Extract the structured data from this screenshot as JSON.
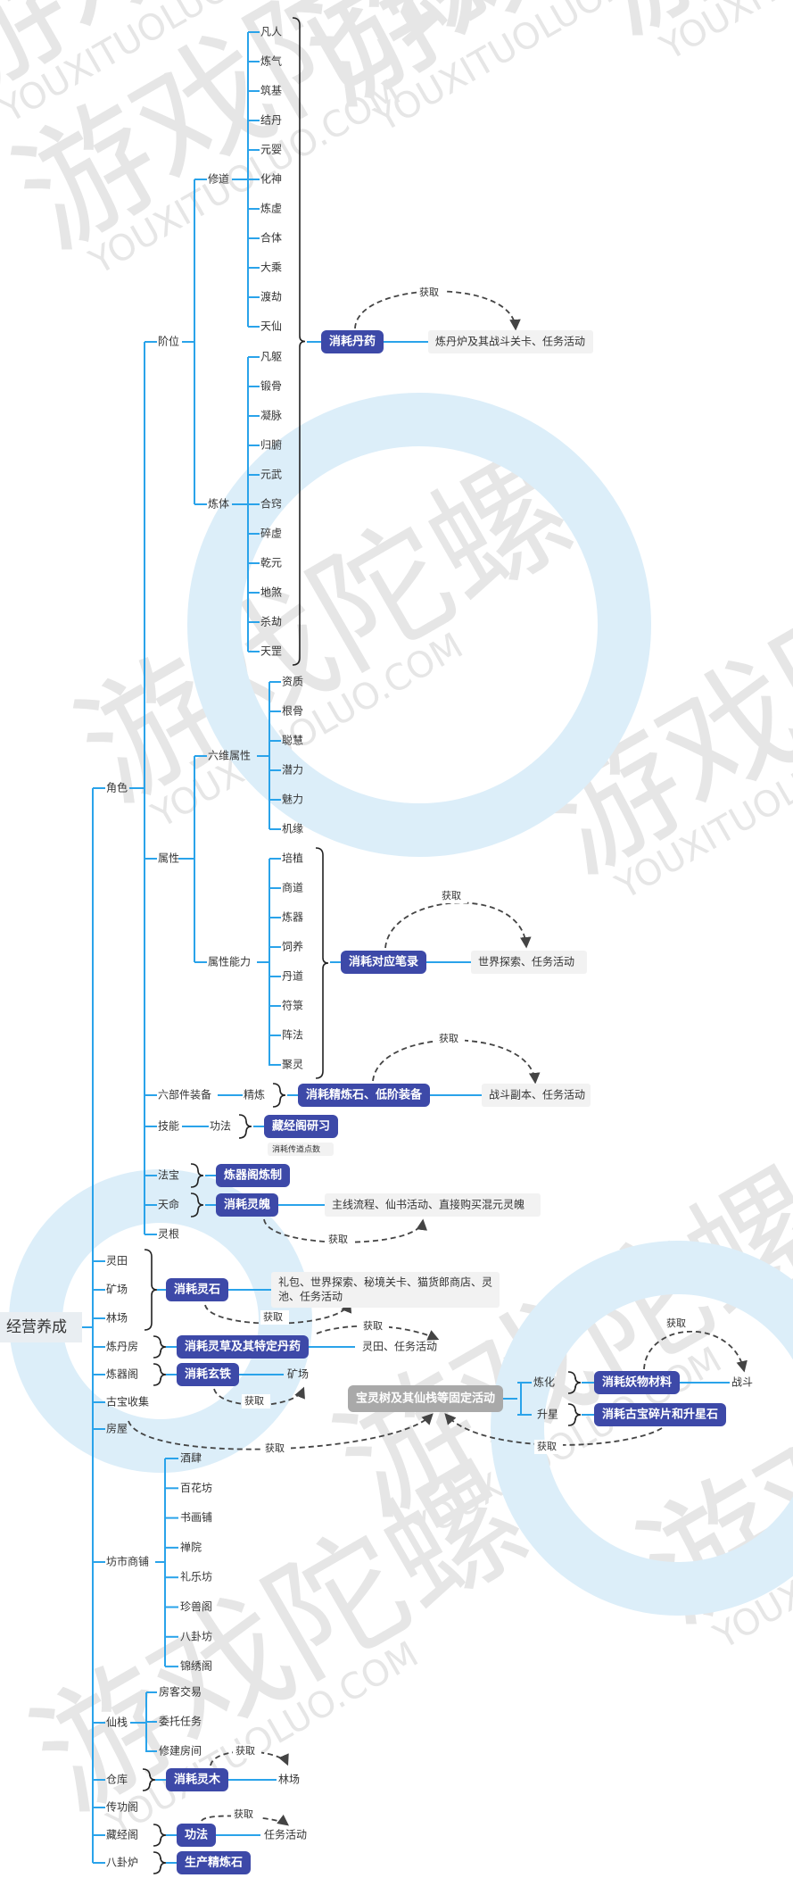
{
  "root": "经营养成",
  "colors": {
    "line": "#2aa3ea",
    "node_fill": "#ffffff",
    "node_text": "#333333",
    "highlight_fill": "#3d49a8",
    "highlight_text": "#ffffff",
    "gray_fill": "#a9a9a9",
    "arrow": "#444444",
    "watermark": "#e6e6e6",
    "watermark_blue": "#dceef9"
  },
  "watermark": {
    "chinese": "游戏陀螺",
    "latin": "YOUXITUOLUO.COM"
  },
  "branches": {
    "juese": "角色",
    "jiewei": "阶位",
    "xiudao": "修道",
    "xiudao_stages": [
      "凡人",
      "炼气",
      "筑基",
      "结丹",
      "元婴",
      "化神",
      "炼虚",
      "合体",
      "大乘",
      "渡劫",
      "天仙"
    ],
    "lianti": "炼体",
    "lianti_stages": [
      "凡躯",
      "锻骨",
      "凝脉",
      "归腑",
      "元武",
      "合窍",
      "碎虚",
      "乾元",
      "地煞",
      "杀劫",
      "天罡"
    ],
    "shuxing": "属性",
    "liuwei": "六维属性",
    "liuwei_items": [
      "资质",
      "根骨",
      "聪慧",
      "潜力",
      "魅力",
      "机缘"
    ],
    "nengli": "属性能力",
    "nengli_items": [
      "培植",
      "商道",
      "炼器",
      "饲养",
      "丹道",
      "符箓",
      "阵法",
      "聚灵"
    ],
    "liubujian": "六部件装备",
    "jinglian": "精炼",
    "jineng": "技能",
    "gongfa": "功法",
    "fabao": "法宝",
    "tianming": "天命",
    "linggen": "灵根",
    "lingtian": "灵田",
    "kuangchang": "矿场",
    "linchang": "林场",
    "liandanfang": "炼丹房",
    "lianqige": "炼器阁",
    "gubao": "古宝收集",
    "fangwu": "房屋",
    "fangshi": "坊市商铺",
    "fangshi_items": [
      "酒肆",
      "百花坊",
      "书画铺",
      "禅院",
      "礼乐坊",
      "珍兽阁",
      "八卦坊",
      "锦绣阁"
    ],
    "xianzhan": "仙栈",
    "xianzhan_items": [
      "房客交易",
      "委托任务",
      "修建房间"
    ],
    "cangku": "仓库",
    "chuangongge": "传功阁",
    "cangjingge": "藏经阁",
    "baguaju": "八卦炉"
  },
  "consumes": {
    "danyao": "消耗丹药",
    "bilu": "消耗对应笔录",
    "jinglianshi": "消耗精炼石、低阶装备",
    "cangjing_yanxi": "藏经阁研习",
    "lianqi_lianzhi": "炼器阁炼制",
    "linghun": "消耗灵魄",
    "lingshi": "消耗灵石",
    "lingcao": "消耗灵草及其特定丹药",
    "xuantie": "消耗玄铁",
    "yaowu": "消耗妖物材料",
    "guba": "消耗古宝碎片和升星石",
    "lingmu": "消耗灵木",
    "gongfa2": "功法",
    "shengchan": "生产精炼石"
  },
  "special": {
    "baoling": "宝灵树及其仙栈等固定活动",
    "lianhua": "炼化",
    "shengxing": "升星"
  },
  "sources": {
    "danyao": "炼丹炉及其战斗关卡、任务活动",
    "bilu": "世界探索、任务活动",
    "jinglian": "战斗副本、任务活动",
    "cangjing_note": "消耗传道点数",
    "linghun": "主线流程、仙书活动、直接购买混元灵魄",
    "lingshi": "礼包、世界探索、秘境关卡、猫货郎商店、灵\n池、任务活动",
    "lingcao": "灵田、任务活动",
    "xuantie": "矿场",
    "zhandou": "战斗",
    "lingmu": "林场",
    "renwu": "任务活动"
  },
  "obtain": "获取"
}
